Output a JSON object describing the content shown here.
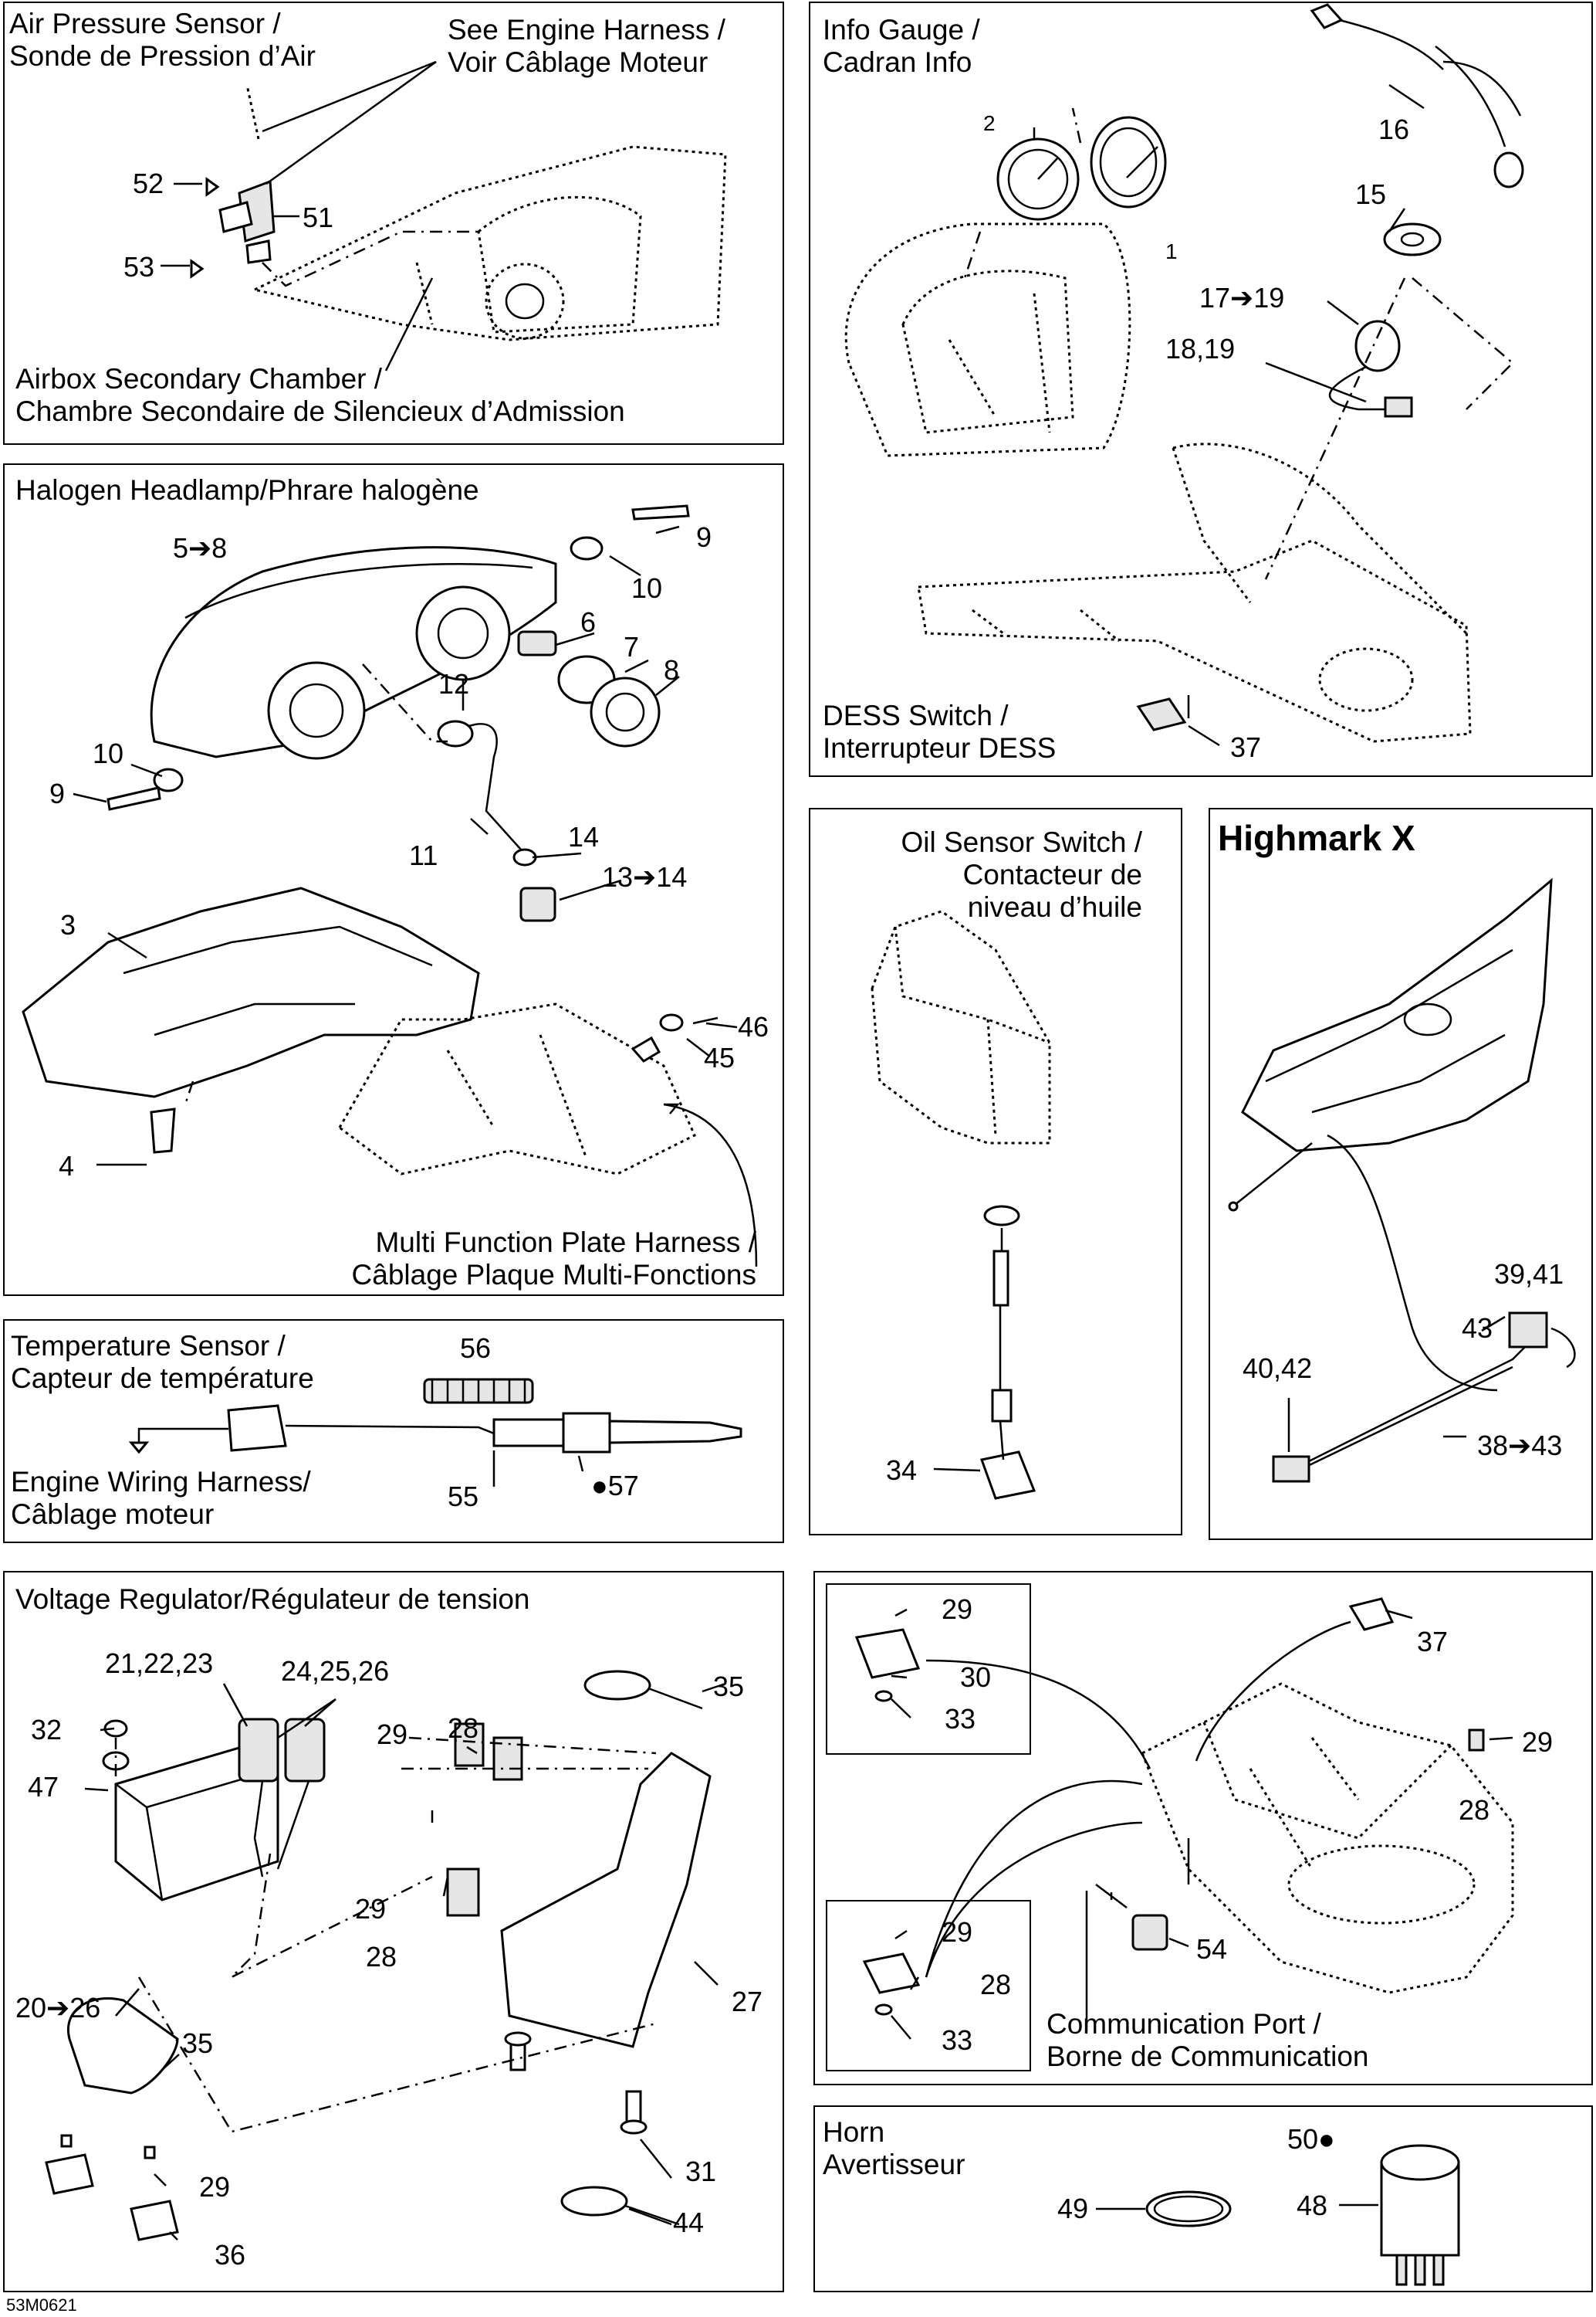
{
  "sections": {
    "air_pressure": {
      "title_en": "Air Pressure Sensor /",
      "title_fr": "Sonde de Pression d’Air",
      "harness_en": "See Engine Harness /",
      "harness_fr": "Voir Câblage Moteur",
      "airbox_en": "Airbox Secondary Chamber /",
      "airbox_fr": "Chambre Secondaire de Silencieux d’Admission",
      "callouts": [
        "52",
        "51",
        "53"
      ]
    },
    "info_gauge": {
      "title_en": "Info Gauge /",
      "title_fr": "Cadran Info",
      "dess_en": "DESS Switch /",
      "dess_fr": "Interrupteur DESS",
      "callouts": [
        "2",
        "1",
        "16",
        "15",
        "17➔19",
        "18,19",
        "37"
      ]
    },
    "headlamp": {
      "title": "Halogen Headlamp/Phrare halogène",
      "mf_en": "Multi Function Plate Harness /",
      "mf_fr": "Câblage Plaque Multi-Fonctions",
      "callouts": [
        "9",
        "5➔8",
        "10",
        "6",
        "7",
        "8",
        "12",
        "10",
        "9",
        "11",
        "14",
        "13➔14",
        "3",
        "46",
        "45",
        "4"
      ]
    },
    "oil_sensor": {
      "title_1": "Oil Sensor Switch /",
      "title_2": "Contacteur de",
      "title_3": "niveau d’huile",
      "callouts": [
        "34"
      ]
    },
    "highmark": {
      "title": "Highmark X",
      "callouts": [
        "39,41",
        "43",
        "40,42",
        "38➔43"
      ]
    },
    "temperature": {
      "title_en": "Temperature Sensor /",
      "title_fr": "Capteur de température",
      "harness_en": "Engine Wiring Harness/",
      "harness_fr": "Câblage moteur",
      "callouts": [
        "56",
        "55",
        "57"
      ]
    },
    "voltage": {
      "title": "Voltage Regulator/Régulateur de tension",
      "callouts": [
        "21,22,23",
        "24,25,26",
        "35",
        "32",
        "47",
        "29",
        "28",
        "29",
        "28",
        "20➔26",
        "27",
        "35",
        "31",
        "29",
        "36",
        "44"
      ]
    },
    "communication": {
      "port_en": "Communication Port /",
      "port_fr": "Borne de Communication",
      "callouts": [
        "29",
        "30",
        "33",
        "37",
        "29",
        "28",
        "54",
        "29",
        "28",
        "33"
      ]
    },
    "horn": {
      "title_en": "Horn",
      "title_fr": "Avertisseur",
      "callouts": [
        "50",
        "49",
        "48"
      ]
    }
  },
  "figure_code": "53M0621"
}
